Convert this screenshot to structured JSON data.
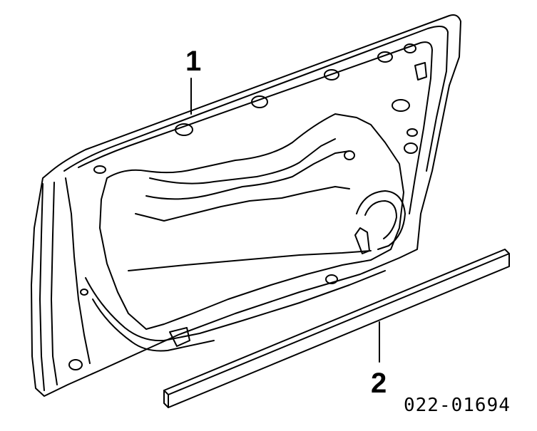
{
  "diagram": {
    "callouts": [
      {
        "id": "1",
        "label": "1"
      },
      {
        "id": "2",
        "label": "2"
      }
    ],
    "part_code": "022-01694",
    "colors": {
      "line": "#000000",
      "background": "#ffffff"
    }
  }
}
